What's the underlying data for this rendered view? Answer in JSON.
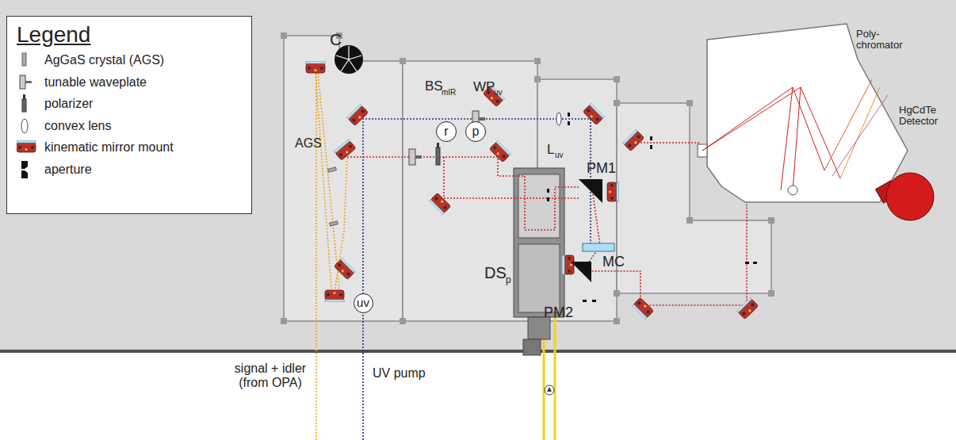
{
  "diagram": {
    "nodes": [
      {
        "text": [
          "Legend"
        ]
      },
      {
        "text": [
          "uv"
        ]
      },
      {
        "text": [
          "r"
        ]
      },
      {
        "text": [
          "p"
        ]
      },
      {
        "text": [
          "Poly- chromator"
        ]
      }
    ],
    "labels": [
      "C",
      "AGS",
      "BS",
      "mIR",
      "WP",
      "uv",
      "L",
      "uv",
      "PM1",
      "MC",
      "PM2",
      "DS",
      "p",
      "HgCdTe Detector",
      "signal + idler (from OPA)",
      "UV pump"
    ],
    "legend": [
      {
        "text": "AgGaS crystal (AGS)"
      },
      {
        "text": "tunable waveplate"
      },
      {
        "text": "polarizer"
      },
      {
        "text": "convex lens"
      },
      {
        "text": "kinematic mirror mount"
      },
      {
        "text": "aperture"
      }
    ]
  }
}
